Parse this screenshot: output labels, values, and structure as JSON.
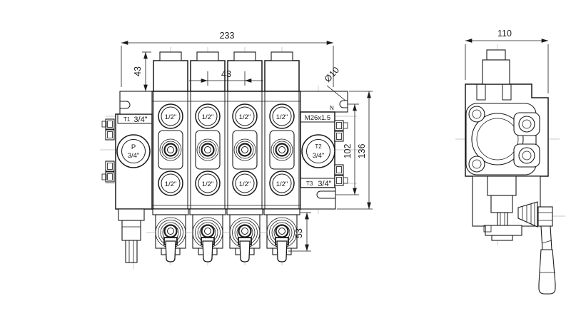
{
  "drawing": {
    "dims": {
      "overall_width": "233",
      "cap_height": "43",
      "section_pitch": "43",
      "gauge_hole": "Ø10",
      "port_span": "102",
      "body_height": "136",
      "lever_housing_depth": "53",
      "side_width": "110"
    },
    "ports": {
      "p": "P",
      "p_size": "3/4\"",
      "t1": "T1",
      "t1_size": "3/4\"",
      "t2": "T2",
      "t2_size": "3/4\"",
      "t3": "T3",
      "t3_size": "3/4\"",
      "work": "1/2\"",
      "gauge": "N",
      "thread": "M26x1.5"
    },
    "colors": {
      "line": "#1a1a1a",
      "centerline": "#b9b9b9",
      "background": "#ffffff"
    }
  }
}
